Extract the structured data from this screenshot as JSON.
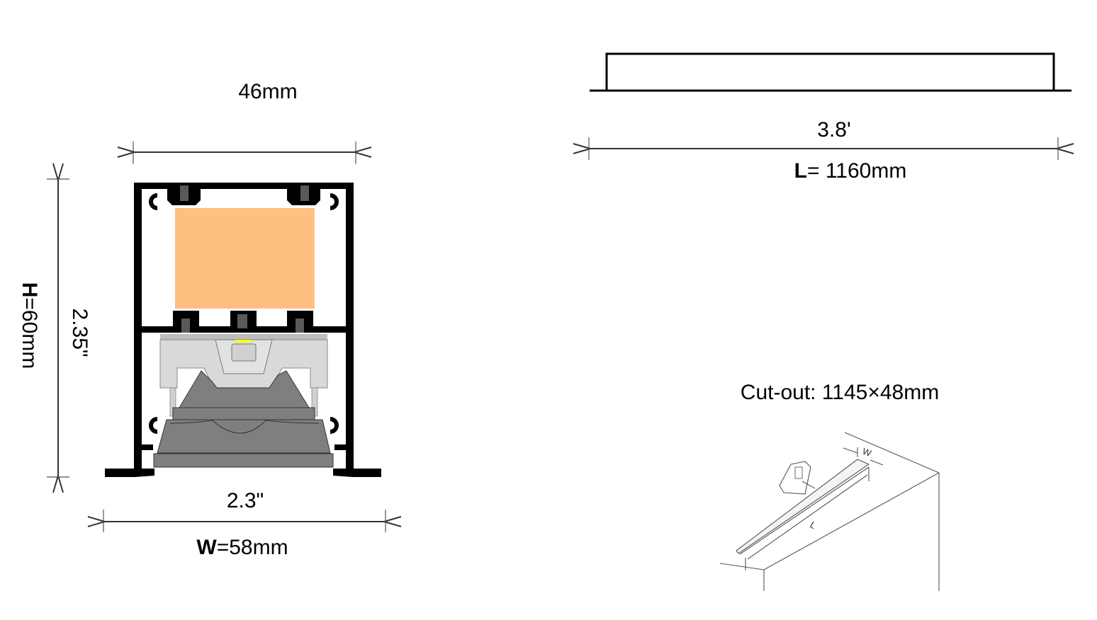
{
  "profile_section": {
    "top_width": "46mm",
    "height_label_bold": "H",
    "height_label_rest": "=60mm",
    "height_inch": "2.35\"",
    "width_inch": "2.3\"",
    "width_label_bold": "W",
    "width_label_rest": "=58mm"
  },
  "length_view": {
    "length_feet": "3.8'",
    "length_label_bold": "L",
    "length_label_rest": "= 1160mm"
  },
  "cutout": {
    "title": "Cut-out: 1145×48mm",
    "w_label": "W",
    "l_label": "L"
  },
  "colors": {
    "driver": "#FFBF80",
    "frame": "#000000",
    "lens": "#D9D9D9",
    "reflector": "#7F7F7F",
    "led": "#FFFF00"
  }
}
